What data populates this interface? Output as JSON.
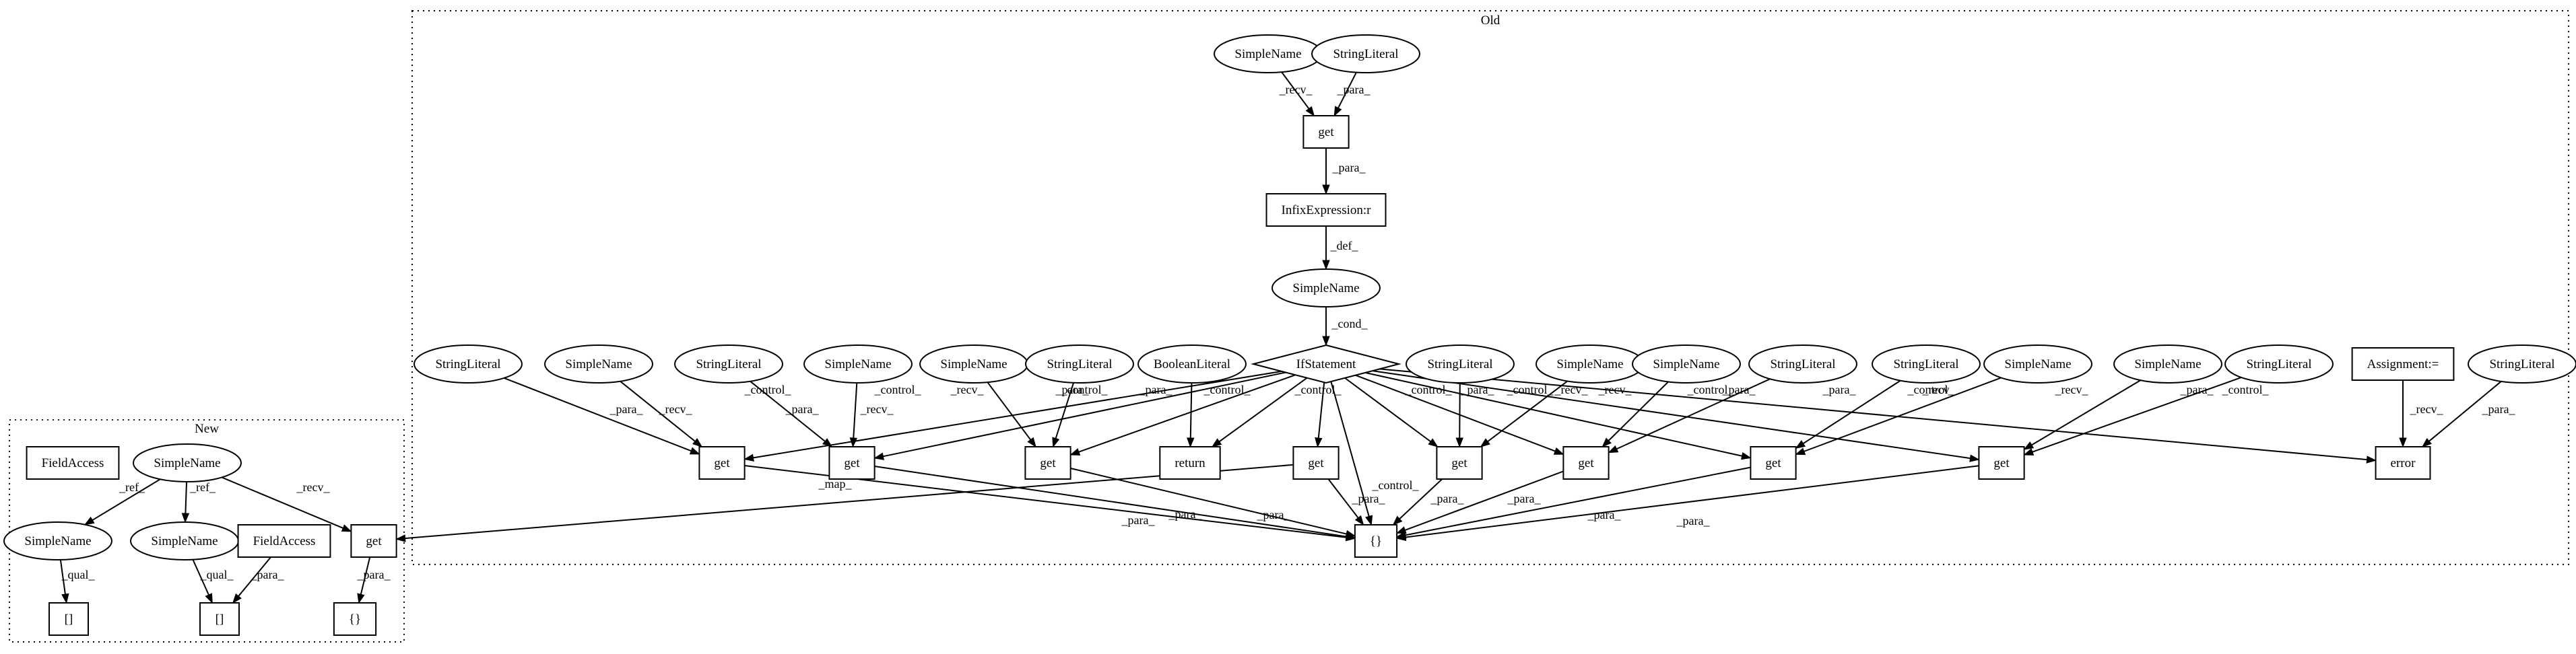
{
  "clusters": {
    "old": {
      "label": "Old"
    },
    "new": {
      "label": "New"
    }
  },
  "nodes": [
    {
      "id": "o_sn_top",
      "label": "SimpleName",
      "shape": "ellipse"
    },
    {
      "id": "o_sl_top",
      "label": "StringLiteral",
      "shape": "ellipse"
    },
    {
      "id": "o_get_top",
      "label": "get",
      "shape": "box"
    },
    {
      "id": "o_infix",
      "label": "InfixExpression:r",
      "shape": "box"
    },
    {
      "id": "o_sn_mid",
      "label": "SimpleName",
      "shape": "ellipse"
    },
    {
      "id": "o_if",
      "label": "IfStatement",
      "shape": "diamond"
    },
    {
      "id": "o_sl_a",
      "label": "StringLiteral",
      "shape": "ellipse"
    },
    {
      "id": "o_sn_a",
      "label": "SimpleName",
      "shape": "ellipse"
    },
    {
      "id": "o_sl_b",
      "label": "StringLiteral",
      "shape": "ellipse"
    },
    {
      "id": "o_sn_b",
      "label": "SimpleName",
      "shape": "ellipse"
    },
    {
      "id": "o_sn_c",
      "label": "SimpleName",
      "shape": "ellipse"
    },
    {
      "id": "o_sl_c",
      "label": "StringLiteral",
      "shape": "ellipse"
    },
    {
      "id": "o_bool",
      "label": "BooleanLiteral",
      "shape": "ellipse"
    },
    {
      "id": "o_sl_d",
      "label": "StringLiteral",
      "shape": "ellipse"
    },
    {
      "id": "o_sn_d",
      "label": "SimpleName",
      "shape": "ellipse"
    },
    {
      "id": "o_sn_e",
      "label": "SimpleName",
      "shape": "ellipse"
    },
    {
      "id": "o_sl_e",
      "label": "StringLiteral",
      "shape": "ellipse"
    },
    {
      "id": "o_sl_f",
      "label": "StringLiteral",
      "shape": "ellipse"
    },
    {
      "id": "o_sn_f",
      "label": "SimpleName",
      "shape": "ellipse"
    },
    {
      "id": "o_sn_g",
      "label": "SimpleName",
      "shape": "ellipse"
    },
    {
      "id": "o_sl_g",
      "label": "StringLiteral",
      "shape": "ellipse"
    },
    {
      "id": "o_assign",
      "label": "Assignment:=",
      "shape": "box"
    },
    {
      "id": "o_sl_h",
      "label": "StringLiteral",
      "shape": "ellipse"
    },
    {
      "id": "o_get1",
      "label": "get",
      "shape": "box"
    },
    {
      "id": "o_get2",
      "label": "get",
      "shape": "box"
    },
    {
      "id": "o_get3",
      "label": "get",
      "shape": "box"
    },
    {
      "id": "o_return",
      "label": "return",
      "shape": "box"
    },
    {
      "id": "o_get4",
      "label": "get",
      "shape": "box"
    },
    {
      "id": "o_get5",
      "label": "get",
      "shape": "box"
    },
    {
      "id": "o_get6",
      "label": "get",
      "shape": "box"
    },
    {
      "id": "o_get7",
      "label": "get",
      "shape": "box"
    },
    {
      "id": "o_get8",
      "label": "get",
      "shape": "box"
    },
    {
      "id": "o_error",
      "label": "error",
      "shape": "box"
    },
    {
      "id": "o_braces",
      "label": "{}",
      "shape": "box"
    },
    {
      "id": "n_fa1",
      "label": "FieldAccess",
      "shape": "box"
    },
    {
      "id": "n_sn_root",
      "label": "SimpleName",
      "shape": "ellipse"
    },
    {
      "id": "n_sn_l",
      "label": "SimpleName",
      "shape": "ellipse"
    },
    {
      "id": "n_sn_m",
      "label": "SimpleName",
      "shape": "ellipse"
    },
    {
      "id": "n_fa2",
      "label": "FieldAccess",
      "shape": "box"
    },
    {
      "id": "n_get",
      "label": "get",
      "shape": "box"
    },
    {
      "id": "n_idx1",
      "label": "[]",
      "shape": "box"
    },
    {
      "id": "n_idx2",
      "label": "[]",
      "shape": "box"
    },
    {
      "id": "n_braces",
      "label": "{}",
      "shape": "box"
    }
  ],
  "edges": [
    {
      "from": "o_sn_top",
      "to": "o_get_top",
      "label": "_recv_"
    },
    {
      "from": "o_sl_top",
      "to": "o_get_top",
      "label": "_para_"
    },
    {
      "from": "o_get_top",
      "to": "o_infix",
      "label": "_para_"
    },
    {
      "from": "o_infix",
      "to": "o_sn_mid",
      "label": "_def_"
    },
    {
      "from": "o_sn_mid",
      "to": "o_if",
      "label": "_cond_"
    },
    {
      "from": "o_if",
      "to": "o_get1",
      "label": "_control_"
    },
    {
      "from": "o_if",
      "to": "o_get2",
      "label": "_control_"
    },
    {
      "from": "o_if",
      "to": "o_get3",
      "label": "_control_"
    },
    {
      "from": "o_if",
      "to": "o_return",
      "label": "_control_"
    },
    {
      "from": "o_if",
      "to": "o_get4",
      "label": "_control_"
    },
    {
      "from": "o_if",
      "to": "o_braces",
      "label": "_control_"
    },
    {
      "from": "o_if",
      "to": "o_get5",
      "label": "_control_"
    },
    {
      "from": "o_if",
      "to": "o_get6",
      "label": "_control_"
    },
    {
      "from": "o_if",
      "to": "o_get7",
      "label": "_control_"
    },
    {
      "from": "o_if",
      "to": "o_get8",
      "label": "_control_"
    },
    {
      "from": "o_if",
      "to": "o_error",
      "label": "_control_"
    },
    {
      "from": "o_sl_a",
      "to": "o_get1",
      "label": "_para_"
    },
    {
      "from": "o_sn_a",
      "to": "o_get1",
      "label": "_recv_"
    },
    {
      "from": "o_sl_b",
      "to": "o_get2",
      "label": "_para_"
    },
    {
      "from": "o_sn_b",
      "to": "o_get2",
      "label": "_recv_"
    },
    {
      "from": "o_sn_c",
      "to": "o_get3",
      "label": "_recv_"
    },
    {
      "from": "o_sl_c",
      "to": "o_get3",
      "label": "_para_"
    },
    {
      "from": "o_bool",
      "to": "o_return",
      "label": "_para_"
    },
    {
      "from": "o_sl_d",
      "to": "o_get5",
      "label": "_para_"
    },
    {
      "from": "o_sn_d",
      "to": "o_get5",
      "label": "_recv_"
    },
    {
      "from": "o_sn_e",
      "to": "o_get6",
      "label": "_recv_"
    },
    {
      "from": "o_sl_e",
      "to": "o_get6",
      "label": "_para_"
    },
    {
      "from": "o_sl_f",
      "to": "o_get7",
      "label": "_para_"
    },
    {
      "from": "o_sn_f",
      "to": "o_get7",
      "label": "_recv_"
    },
    {
      "from": "o_sn_g",
      "to": "o_get8",
      "label": "_recv_"
    },
    {
      "from": "o_sl_g",
      "to": "o_get8",
      "label": "_para_"
    },
    {
      "from": "o_assign",
      "to": "o_error",
      "label": "_recv_"
    },
    {
      "from": "o_sl_h",
      "to": "o_error",
      "label": "_para_"
    },
    {
      "from": "o_get1",
      "to": "o_braces",
      "label": "_para_"
    },
    {
      "from": "o_get2",
      "to": "o_braces",
      "label": "_para_"
    },
    {
      "from": "o_get3",
      "to": "o_braces",
      "label": "_para_"
    },
    {
      "from": "o_get4",
      "to": "o_braces",
      "label": "_para_"
    },
    {
      "from": "o_get5",
      "to": "o_braces",
      "label": "_para_"
    },
    {
      "from": "o_get6",
      "to": "o_braces",
      "label": "_para_"
    },
    {
      "from": "o_get7",
      "to": "o_braces",
      "label": "_para_"
    },
    {
      "from": "o_get8",
      "to": "o_braces",
      "label": "_para_"
    },
    {
      "from": "o_get4",
      "to": "n_get",
      "label": "_map_"
    },
    {
      "from": "n_sn_root",
      "to": "n_sn_l",
      "label": "_ref_"
    },
    {
      "from": "n_sn_root",
      "to": "n_sn_m",
      "label": "_ref_"
    },
    {
      "from": "n_sn_root",
      "to": "n_get",
      "label": "_recv_"
    },
    {
      "from": "n_sn_l",
      "to": "n_idx1",
      "label": "_qual_"
    },
    {
      "from": "n_sn_m",
      "to": "n_idx2",
      "label": "_qual_"
    },
    {
      "from": "n_fa2",
      "to": "n_idx2",
      "label": "_para_"
    },
    {
      "from": "n_get",
      "to": "n_braces",
      "label": "_para_"
    }
  ]
}
